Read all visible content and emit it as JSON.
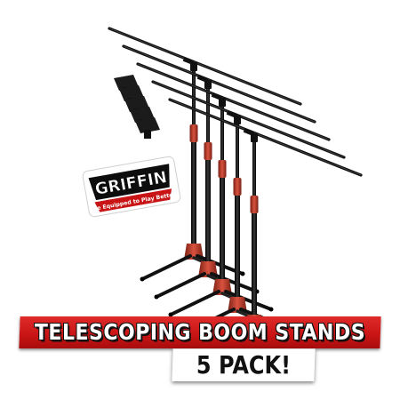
{
  "brand": {
    "name": "GRIFFIN",
    "tagline": "Be Equipped to Play Better"
  },
  "banner": {
    "headline": "TELESCOPING BOOM STANDS",
    "subheadline": "5 PACK!"
  },
  "product": {
    "stand_count": 5,
    "mic_clip_count": 5
  },
  "colors": {
    "banner_red": "#d11a1a",
    "stand_black": "#1a1a1a",
    "accent_red": "#c0392b",
    "background": "#ffffff"
  },
  "icons": [
    "griffin-logo-badge",
    "mic-clip-icon",
    "mic-stand-icon"
  ]
}
